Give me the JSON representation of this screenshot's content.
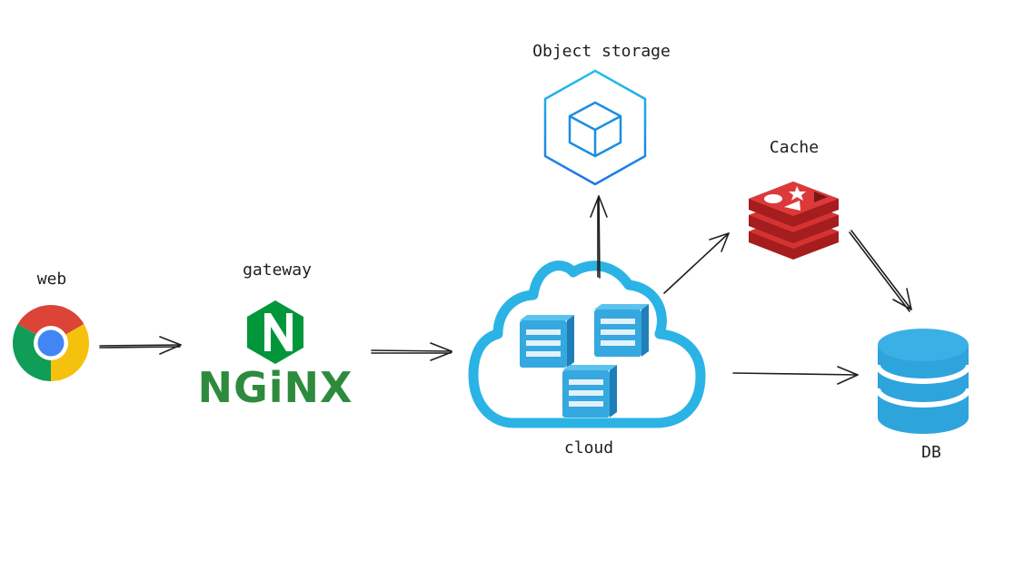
{
  "nodes": {
    "web": {
      "label": "web"
    },
    "gateway": {
      "label": "gateway",
      "logo_text": "NGiNX"
    },
    "cloud": {
      "label": "cloud"
    },
    "object_storage": {
      "label": "Object storage"
    },
    "cache": {
      "label": "Cache"
    },
    "db": {
      "label": "DB"
    }
  },
  "colors": {
    "nginx_green": "#009639",
    "nginx_text": "#2e8b3e",
    "cloud_blue": "#2bb3e6",
    "server_blue": "#35a8e0",
    "storage_blue": "#1e90e6",
    "redis_red": "#c92a2a",
    "redis_dark": "#a51d1d",
    "db_blue": "#2ea4dc",
    "arrow": "#1e1e1e"
  },
  "icons": {
    "web": "chrome-browser-icon",
    "gateway": "nginx-logo-icon",
    "cloud": "cloud-servers-icon",
    "object_storage": "object-storage-hexagon-icon",
    "cache": "redis-logo-icon",
    "db": "database-cylinder-icon"
  }
}
